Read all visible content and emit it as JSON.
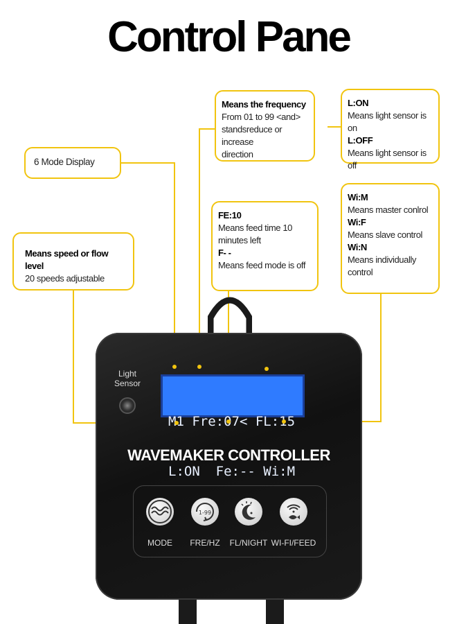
{
  "title": "Control Pane",
  "callouts": {
    "mode": {
      "text": "6 Mode Display"
    },
    "speed": {
      "heading": "Means speed or flow level",
      "text": "20 speeds adjustable"
    },
    "frequency": {
      "heading": "Means the frequency",
      "lines": [
        "From 01 to 99 <and>",
        "standsreduce or increase",
        "direction"
      ]
    },
    "feed": {
      "heading1": "FE:10",
      "text1": "Means feed time 10 minutes left",
      "heading2": "F- -",
      "text2": "Means feed mode is off"
    },
    "light": {
      "heading1": "L:ON",
      "text1": "Means light sensor is on",
      "heading2": "L:OFF",
      "text2": "Means light sensor is off"
    },
    "wifi": {
      "heading1": "Wi:M",
      "text1": "Means master conlrol",
      "heading2": "Wi:F",
      "text2": "Means slave control",
      "heading3": "Wi:N",
      "text3": "Means individually control"
    }
  },
  "device": {
    "light_sensor_label": "Light Sensor",
    "lcd_line1": "M1 Fre:07< FL:15",
    "lcd_line2": "L:ON  Fe:-- Wi:M",
    "brand": "WAVEMAKER CONTROLLER",
    "buttons": [
      {
        "label": "MODE",
        "icon": "wave-icon"
      },
      {
        "label": "FRE/HZ",
        "icon": "cycle-1-99-icon",
        "icon_text": "1-99"
      },
      {
        "label": "FL/NIGHT",
        "icon": "moon-icon"
      },
      {
        "label": "WI-FI/FEED",
        "icon": "wifi-fish-icon"
      }
    ]
  },
  "colors": {
    "callout_border": "#f1c40f",
    "lcd_bg": "#2f7bff",
    "device_body": "#161616"
  }
}
